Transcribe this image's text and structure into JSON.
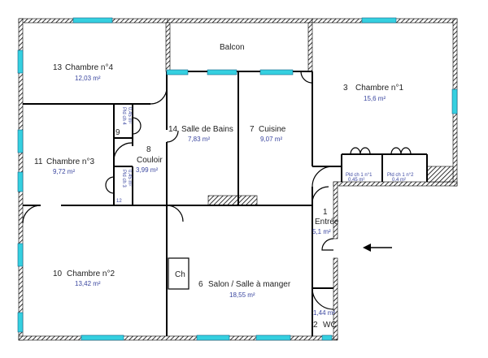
{
  "rooms": [
    {
      "num": "13",
      "name": "Chambre n°4",
      "area": "12,03  m²"
    },
    {
      "num": "",
      "name": "Balcon",
      "area": ""
    },
    {
      "num": "3",
      "name": "Chambre n°1",
      "area": "15,6  m²"
    },
    {
      "num": "14",
      "name": "Salle de Bains",
      "area": "7,83  m²"
    },
    {
      "num": "7",
      "name": "Cuisine",
      "area": "9,07  m²"
    },
    {
      "num": "8",
      "name": "Couloir",
      "area": "3,99  m²"
    },
    {
      "num": "11",
      "name": "Chambre n°3",
      "area": "9,72  m²"
    },
    {
      "num": "1",
      "name": "Entrée",
      "area": "5,1  m²"
    },
    {
      "num": "10",
      "name": "Chambre n°2",
      "area": "13,42  m²"
    },
    {
      "num": "6",
      "name": "Salon / Salle à manger",
      "area": "18,55  m²"
    },
    {
      "num": "2",
      "name": "WC",
      "area": "1,44  m²"
    }
  ],
  "closets": [
    {
      "num": "9",
      "name": "Pld ch 4",
      "area": "0,45  m²"
    },
    {
      "num": "12",
      "name": "Pld ch 3",
      "area": "0,45  m²"
    },
    {
      "name": "Pld ch 1 n°1",
      "area": "0,45  m²"
    },
    {
      "name": "Pld ch 1 n°2",
      "area": "0,4  m²"
    }
  ],
  "fixtures": {
    "chimney": "Ch"
  },
  "colors": {
    "window": "#35d0e0",
    "area_text": "#3b47a0"
  },
  "entrance_arrow": "arrow-left-icon"
}
